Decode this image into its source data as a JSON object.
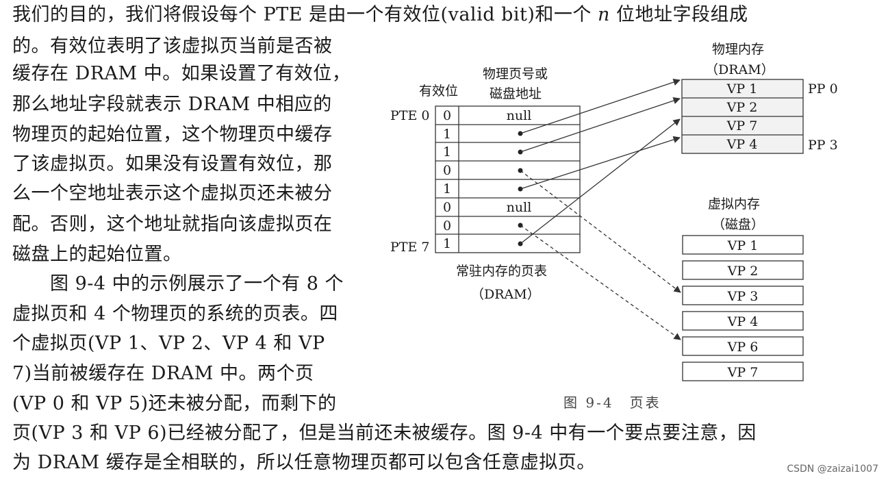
{
  "text": {
    "line1_a": "我们的目的，我们将假设每个 PTE 是由一个有效位(valid bit)和一个 ",
    "line1_var": "n",
    "line1_b": " 位地址字段组成",
    "left_lines": [
      "的。有效位表明了该虚拟页当前是否被",
      "缓存在 DRAM 中。如果设置了有效位，",
      "那么地址字段就表示 DRAM 中相应的",
      "物理页的起始位置，这个物理页中缓存",
      "了该虚拟页。如果没有设置有效位，那",
      "么一个空地址表示这个虚拟页还未被分",
      "配。否则，这个地址就指向该虚拟页在",
      "磁盘上的起始位置。",
      "　　图 9-4 中的示例展示了一个有 8 个",
      "虚拟页和 4 个物理页的系统的页表。四",
      "个虚拟页(VP 1、VP 2、VP 4 和 VP",
      "7)当前被缓存在 DRAM 中。两个页",
      "(VP 0 和 VP 5)还未被分配，而剩下的"
    ],
    "bottom_lines": [
      "页(VP 3 和 VP 6)已经被分配了，但是当前还未被缓存。图 9-4 中有一个要点要注意，因",
      "为 DRAM 缓存是全相联的，所以任意物理页都可以包含任意虚拟页。"
    ]
  },
  "figure": {
    "caption": "图 9-4　页表",
    "page_table": {
      "valid_header": "有效位",
      "addr_header_line1": "物理页号或",
      "addr_header_line2": "磁盘地址",
      "pte_first_label": "PTE 0",
      "pte_last_label": "PTE 7",
      "label_line1": "常驻内存的页表",
      "label_line2": "（DRAM）",
      "rows": [
        {
          "valid": "0",
          "addr": "null"
        },
        {
          "valid": "1",
          "addr": ""
        },
        {
          "valid": "1",
          "addr": ""
        },
        {
          "valid": "0",
          "addr": ""
        },
        {
          "valid": "1",
          "addr": ""
        },
        {
          "valid": "0",
          "addr": "null"
        },
        {
          "valid": "0",
          "addr": ""
        },
        {
          "valid": "1",
          "addr": ""
        }
      ]
    },
    "physical_memory": {
      "title_line1": "物理内存",
      "title_line2": "（DRAM）",
      "pages": [
        "VP 1",
        "VP 2",
        "VP 7",
        "VP 4"
      ],
      "pp_first": "PP 0",
      "pp_last": "PP 3"
    },
    "virtual_memory": {
      "title_line1": "虚拟内存",
      "title_line2": "（磁盘）",
      "pages": [
        "VP 1",
        "VP 2",
        "VP 3",
        "VP 4",
        "VP 6",
        "VP 7"
      ]
    }
  },
  "watermark": "CSDN @zaizai1007"
}
